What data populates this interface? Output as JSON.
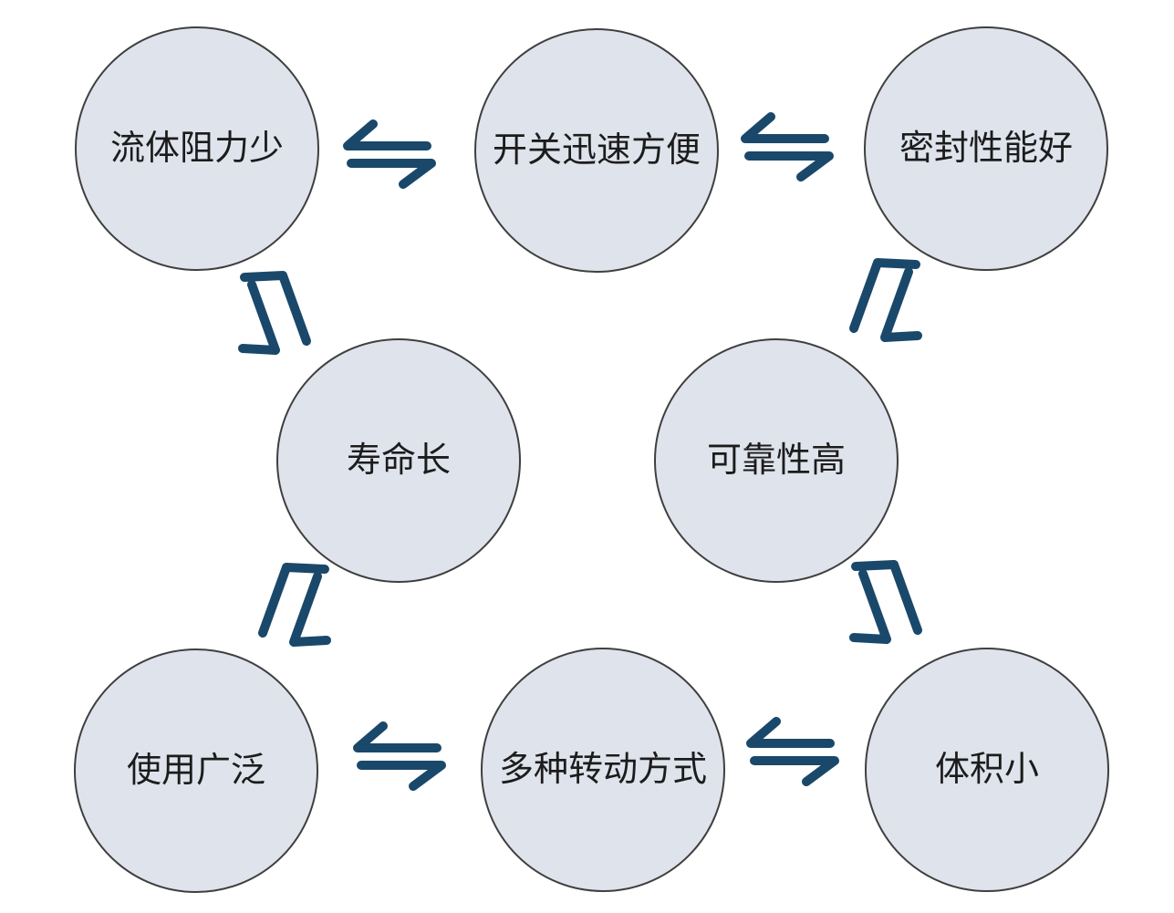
{
  "diagram": {
    "background_color": "#ffffff",
    "node_fill_color": "#dfe3ec",
    "node_border_color": "#3f3f3f",
    "arrow_color": "#1a486b",
    "text_color": "#1c1c1c",
    "nodes": [
      {
        "id": "c1",
        "label": "流体阻力少"
      },
      {
        "id": "c2",
        "label": "开关迅速方便"
      },
      {
        "id": "c3",
        "label": "密封性能好"
      },
      {
        "id": "c4",
        "label": "寿命长"
      },
      {
        "id": "c5",
        "label": "可靠性高"
      },
      {
        "id": "c6",
        "label": "使用广泛"
      },
      {
        "id": "c7",
        "label": "多种转动方式"
      },
      {
        "id": "c8",
        "label": "体积小"
      }
    ],
    "connections": [
      {
        "from": "流体阻力少",
        "to": "开关迅速方便",
        "type": "double-harpoon-arrow",
        "direction": "horizontal"
      },
      {
        "from": "开关迅速方便",
        "to": "密封性能好",
        "type": "double-harpoon-arrow",
        "direction": "horizontal"
      },
      {
        "from": "流体阻力少",
        "to": "寿命长",
        "type": "double-harpoon-arrow",
        "direction": "diagonal-down-right"
      },
      {
        "from": "密封性能好",
        "to": "可靠性高",
        "type": "double-harpoon-arrow",
        "direction": "diagonal-down-left"
      },
      {
        "from": "寿命长",
        "to": "使用广泛",
        "type": "double-harpoon-arrow",
        "direction": "diagonal-down-left"
      },
      {
        "from": "可靠性高",
        "to": "体积小",
        "type": "double-harpoon-arrow",
        "direction": "diagonal-down-right"
      },
      {
        "from": "使用广泛",
        "to": "多种转动方式",
        "type": "double-harpoon-arrow",
        "direction": "horizontal"
      },
      {
        "from": "多种转动方式",
        "to": "体积小",
        "type": "double-harpoon-arrow",
        "direction": "horizontal"
      }
    ]
  }
}
